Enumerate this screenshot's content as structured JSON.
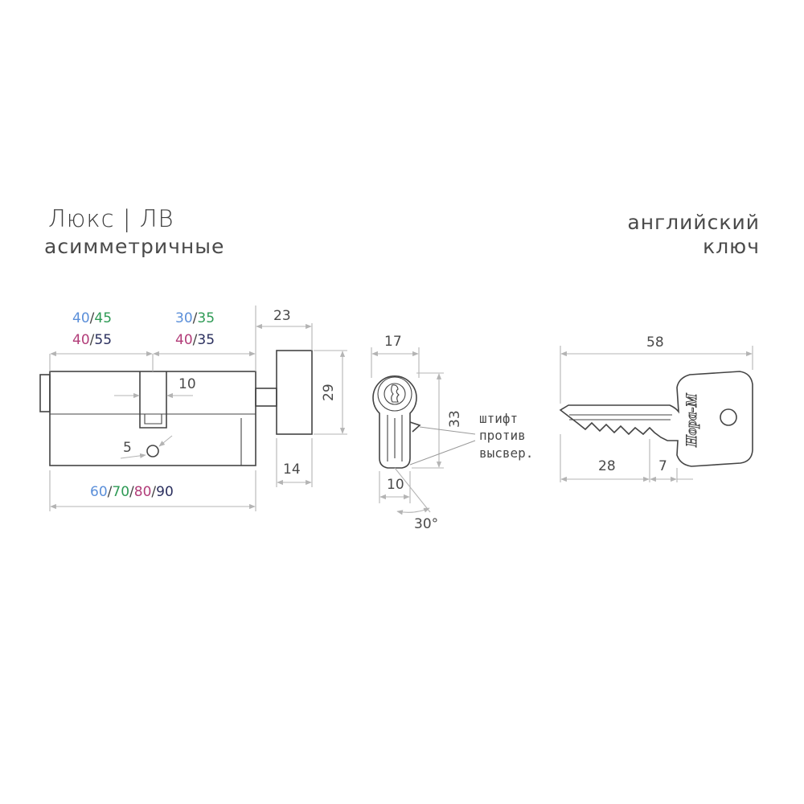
{
  "header": {
    "title": "Люкс | ЛВ",
    "subtitle": "асимметричные",
    "right_title_line1": "английский",
    "right_title_line2": "ключ"
  },
  "colors": {
    "blue": "#5b8fd9",
    "green": "#2e9a55",
    "magenta": "#b23d79",
    "navy": "#2a2f5e",
    "dim_line": "#b4b4b4",
    "outline": "#444444"
  },
  "cylinder": {
    "left_top": [
      "40",
      "45"
    ],
    "left_bottom": [
      "40",
      "55"
    ],
    "right_top": [
      "30",
      "35"
    ],
    "right_bottom": [
      "40",
      "35"
    ],
    "cam_width": "10",
    "pin_size": "5",
    "total_lengths": [
      "60",
      "70",
      "80",
      "90"
    ]
  },
  "knob": {
    "offset": "23",
    "height": "29",
    "width": "14"
  },
  "profile": {
    "width_top": "17",
    "height": "33",
    "width_bottom": "10",
    "angle": "30°",
    "pin_label_line1": "штифт",
    "pin_label_line2": "против",
    "pin_label_line3": "высвер."
  },
  "key": {
    "length": "58",
    "blade_length": "28",
    "shoulder": "7",
    "brand_mark": "Нора-М"
  }
}
